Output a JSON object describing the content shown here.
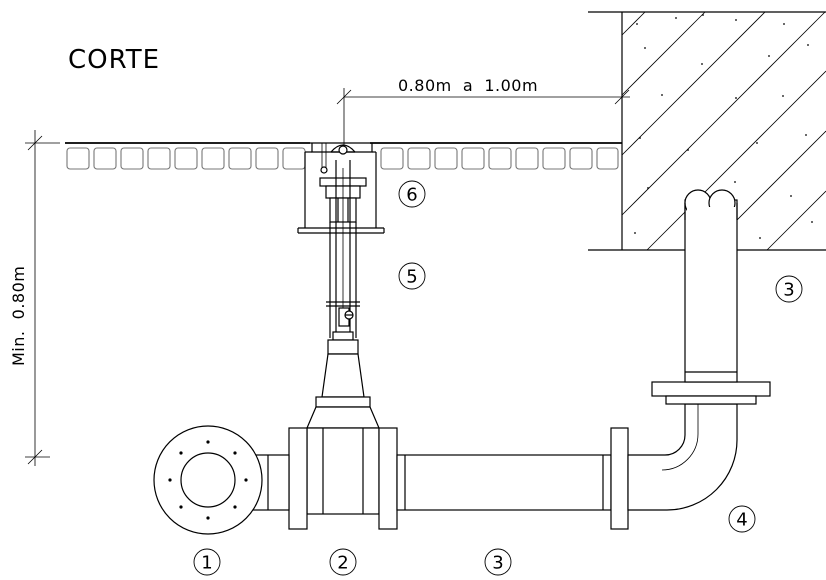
{
  "title": "CORTE",
  "dimensions": {
    "horizontal": "0.80m  a  1.00m",
    "vertical": "Min.  0.80m"
  },
  "callouts": [
    {
      "id": "1",
      "label": "1"
    },
    {
      "id": "2",
      "label": "2"
    },
    {
      "id": "3-bottom",
      "label": "3"
    },
    {
      "id": "3-right",
      "label": "3"
    },
    {
      "id": "4",
      "label": "4"
    },
    {
      "id": "5",
      "label": "5"
    },
    {
      "id": "6",
      "label": "6"
    }
  ]
}
